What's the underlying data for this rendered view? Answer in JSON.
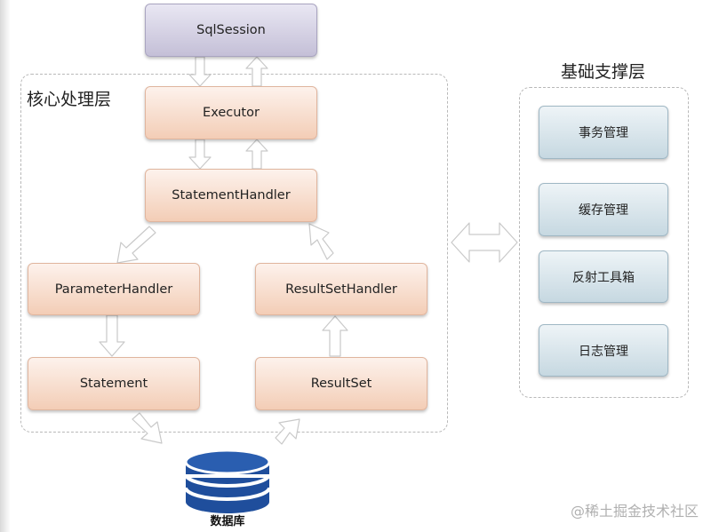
{
  "core_group": {
    "title": "核心处理层"
  },
  "base_group": {
    "title": "基础支撑层"
  },
  "nodes": {
    "sqlsession": "SqlSession",
    "executor": "Executor",
    "statement_handler": "StatementHandler",
    "parameter_handler": "ParameterHandler",
    "resultset_handler": "ResultSetHandler",
    "statement": "Statement",
    "resultset": "ResultSet"
  },
  "base_items": [
    "事务管理",
    "缓存管理",
    "反射工具箱",
    "日志管理"
  ],
  "database": {
    "label": "数据库"
  },
  "watermark": "@稀土掘金技术社区",
  "colors": {
    "core_box": "#f3cdb6",
    "session_box": "#c4bfd7",
    "base_box": "#c6d8e1",
    "database": "#1f4e9c"
  }
}
